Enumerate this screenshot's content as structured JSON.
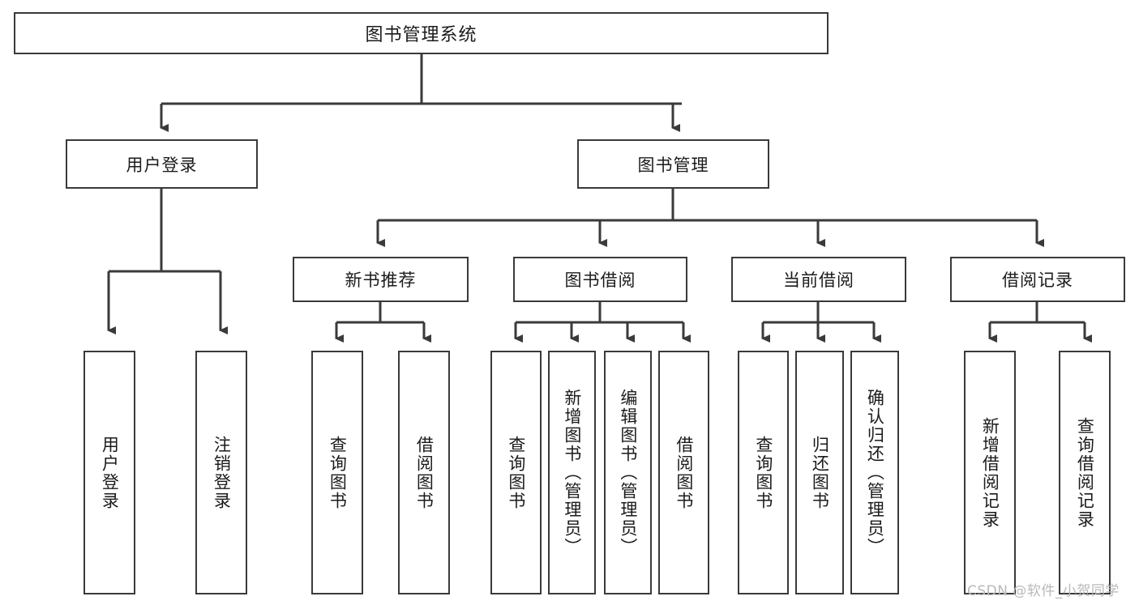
{
  "diagram": {
    "type": "tree-hierarchy",
    "title": "图书管理系统",
    "watermark": "CSDN @软件_小贺同学",
    "colors": {
      "box_border": "#3a3a3a",
      "box_fill": "#ffffff",
      "connector": "#3a3a3a",
      "text": "#1b1b1b",
      "watermark": "#b9b9b9"
    },
    "levels": [
      {
        "level": 1,
        "nodes": [
          {
            "id": "root",
            "label": "图书管理系统",
            "orientation": "horizontal"
          }
        ]
      },
      {
        "level": 2,
        "nodes": [
          {
            "id": "user-login",
            "label": "用户登录",
            "orientation": "horizontal",
            "parent": "root"
          },
          {
            "id": "book-manage",
            "label": "图书管理",
            "orientation": "horizontal",
            "parent": "root"
          }
        ]
      },
      {
        "level": 3,
        "nodes": [
          {
            "id": "new-book-rec",
            "label": "新书推荐",
            "orientation": "horizontal",
            "parent": "book-manage"
          },
          {
            "id": "book-borrow",
            "label": "图书借阅",
            "orientation": "horizontal",
            "parent": "book-manage"
          },
          {
            "id": "current-borrow",
            "label": "当前借阅",
            "orientation": "horizontal",
            "parent": "book-manage"
          },
          {
            "id": "borrow-record",
            "label": "借阅记录",
            "orientation": "horizontal",
            "parent": "book-manage"
          }
        ]
      },
      {
        "level": 4,
        "nodes": [
          {
            "id": "leaf-user-login",
            "label": "用户登录",
            "orientation": "vertical",
            "parent": "user-login"
          },
          {
            "id": "leaf-logout",
            "label": "注销登录",
            "orientation": "vertical",
            "parent": "user-login"
          },
          {
            "id": "leaf-query-book-1",
            "label": "查询图书",
            "orientation": "vertical",
            "parent": "new-book-rec"
          },
          {
            "id": "leaf-borrow-book-1",
            "label": "借阅图书",
            "orientation": "vertical",
            "parent": "new-book-rec"
          },
          {
            "id": "leaf-query-book-2",
            "label": "查询图书",
            "orientation": "vertical",
            "parent": "book-borrow"
          },
          {
            "id": "leaf-add-book",
            "label": "新增图书（管理员）",
            "orientation": "vertical",
            "parent": "book-borrow"
          },
          {
            "id": "leaf-edit-book",
            "label": "编辑图书（管理员）",
            "orientation": "vertical",
            "parent": "book-borrow"
          },
          {
            "id": "leaf-borrow-book-2",
            "label": "借阅图书",
            "orientation": "vertical",
            "parent": "book-borrow"
          },
          {
            "id": "leaf-query-book-3",
            "label": "查询图书",
            "orientation": "vertical",
            "parent": "current-borrow"
          },
          {
            "id": "leaf-return-book",
            "label": "归还图书",
            "orientation": "vertical",
            "parent": "current-borrow"
          },
          {
            "id": "leaf-confirm-return",
            "label": "确认归还（管理员）",
            "orientation": "vertical",
            "parent": "current-borrow"
          },
          {
            "id": "leaf-add-record",
            "label": "新增借阅记录",
            "orientation": "vertical",
            "parent": "borrow-record"
          },
          {
            "id": "leaf-query-record",
            "label": "查询借阅记录",
            "orientation": "vertical",
            "parent": "borrow-record"
          }
        ]
      }
    ]
  }
}
